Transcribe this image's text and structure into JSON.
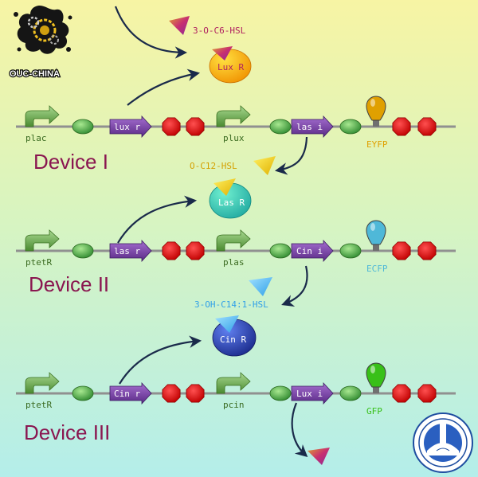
{
  "logo": {
    "text": "OUC-CHINA"
  },
  "signals": {
    "s1": "3-O-C6-HSL",
    "s2": "O-C12-HSL",
    "s3": "3-OH-C14:1-HSL"
  },
  "proteins": {
    "p1": "Lux R",
    "p2": "Las R",
    "p3": "Cin R"
  },
  "devices": [
    {
      "name": "Device I",
      "promoter1": "plac",
      "gene1": "lux r",
      "promoter2": "plux",
      "gene2": "las i",
      "reporter": "EYFP"
    },
    {
      "name": "Device II",
      "promoter1": "ptetR",
      "gene1": "las r",
      "promoter2": "plas",
      "gene2": "Cin i",
      "reporter": "ECFP"
    },
    {
      "name": "Device III",
      "promoter1": "ptetR",
      "gene1": "Cin r",
      "promoter2": "pcin",
      "gene2": "Lux i",
      "reporter": "GFP"
    }
  ],
  "colors": {
    "bg_top": "#f5f3a8",
    "bg_bottom": "#b8f0ea",
    "gene_purple": "#7b3fa8",
    "promoter_green": "#5a9e3c",
    "rbs_green": "#4fa84a",
    "terminator_red": "#e00000",
    "device_label": "#8a1650",
    "reporter_eyfp": "#e0a000",
    "reporter_ecfp": "#4fb8d8",
    "reporter_gfp": "#38c018",
    "signal_lux": "#c0306a",
    "signal_las": "#f0d000",
    "signal_cin": "#58b8f0"
  }
}
